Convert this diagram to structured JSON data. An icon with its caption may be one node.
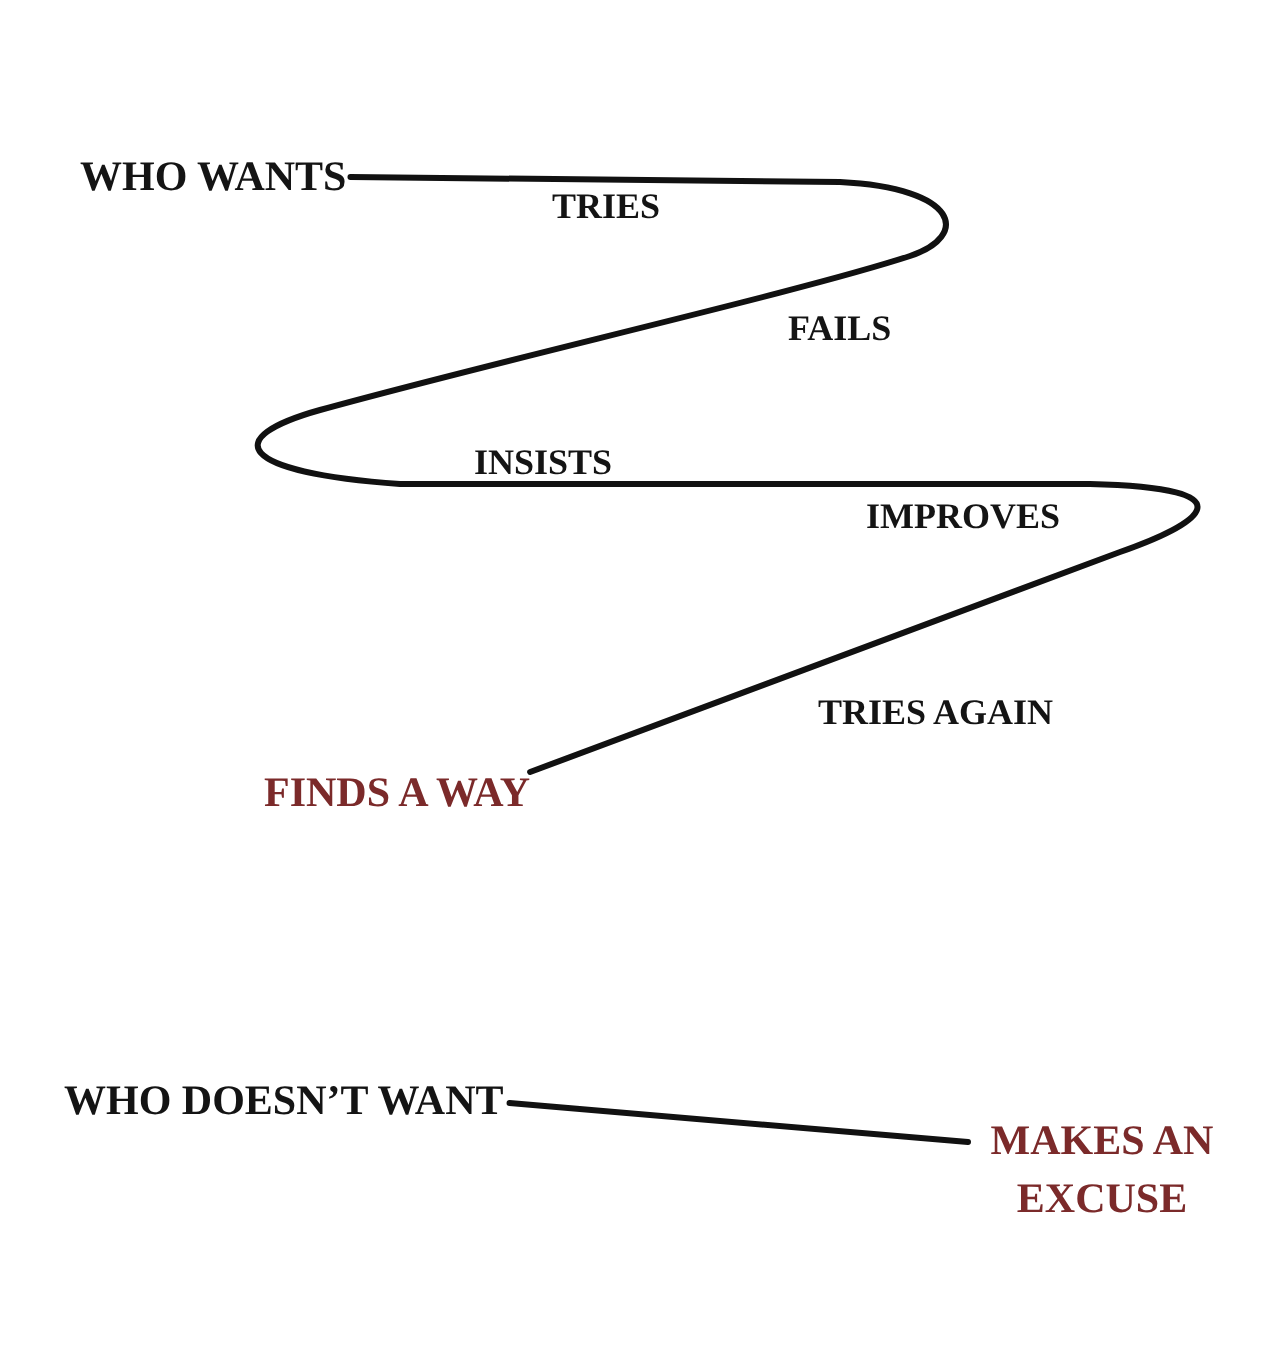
{
  "diagram": {
    "nodes": [
      {
        "text": [
          "WHO WANTS"
        ]
      },
      {
        "text": [
          "FINDS A WAY"
        ]
      },
      {
        "text": [
          "WHO DOESN’T WANT"
        ]
      },
      {
        "text": [
          "MAKES AN EXCUSE"
        ]
      }
    ],
    "edges": [
      {
        "from": 0,
        "to": 1,
        "arrow": "none"
      },
      {
        "from": 2,
        "to": 3,
        "arrow": "none"
      }
    ],
    "labels": [
      "TRIES",
      "FAILS",
      "INSISTS",
      "IMPROVES",
      "TRIES AGAIN"
    ]
  }
}
